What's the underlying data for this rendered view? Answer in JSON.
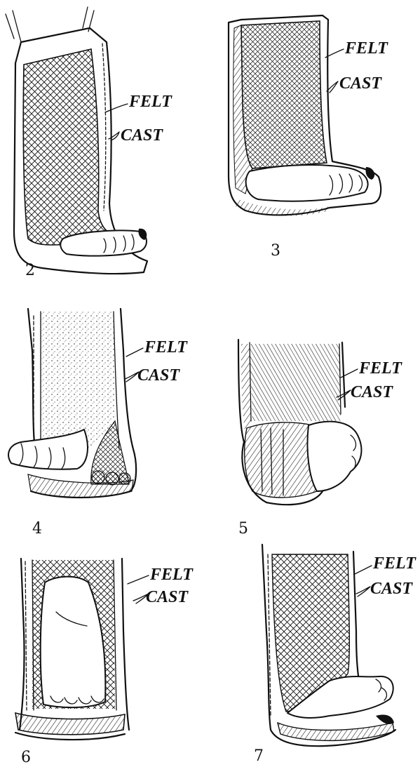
{
  "figures": [
    {
      "number": "2",
      "felt_label": "FELT",
      "cast_label": "CAST"
    },
    {
      "number": "3",
      "felt_label": "FELT",
      "cast_label": "CAST"
    },
    {
      "number": "4",
      "felt_label": "FELT",
      "cast_label": "CAST"
    },
    {
      "number": "5",
      "felt_label": "FELT",
      "cast_label": "CAST"
    },
    {
      "number": "6",
      "felt_label": "FELT",
      "cast_label": "CAST"
    },
    {
      "number": "7",
      "felt_label": "FELT",
      "cast_label": "CAST"
    }
  ],
  "colors": {
    "ink": "#111111",
    "paper": "#ffffff"
  }
}
